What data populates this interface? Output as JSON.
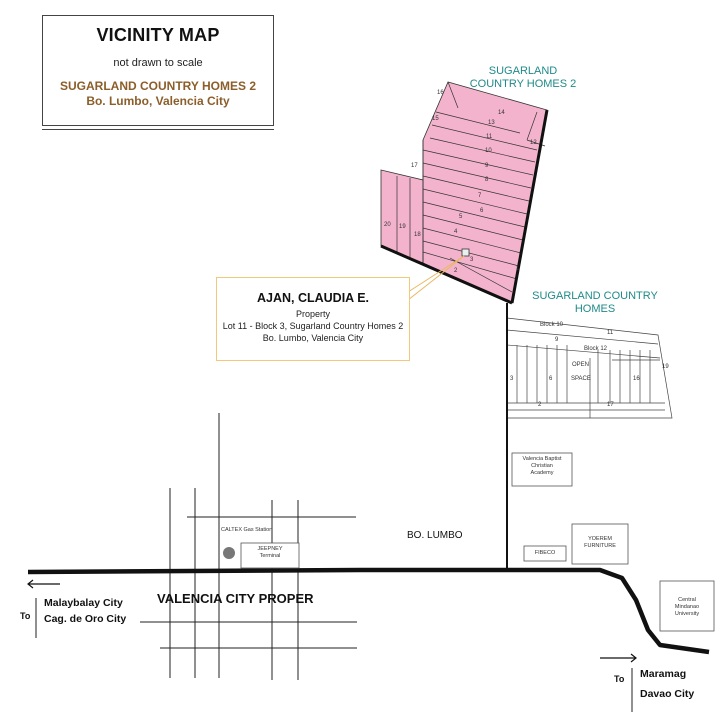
{
  "title": {
    "main": "VICINITY MAP",
    "scale_note": "not drawn to scale",
    "project": "SUGARLAND COUNTRY HOMES  2",
    "location": "Bo. Lumbo, Valencia City"
  },
  "subdivisions": {
    "sch2_line1": "SUGARLAND",
    "sch2_line2": "COUNTRY HOMES 2",
    "sch_line1": "SUGARLAND COUNTRY",
    "sch_line2": "HOMES"
  },
  "property": {
    "name": "AJAN, CLAUDIA E.",
    "kind": "Property",
    "lot": "Lot 11 - Block 3, Sugarland Country Homes 2",
    "address": "Bo. Lumbo, Valencia City"
  },
  "lots_sch2": [
    "14",
    "16",
    "15",
    "13",
    "12",
    "11",
    "10",
    "9",
    "8",
    "17",
    "7",
    "6",
    "5",
    "20",
    "19",
    "18",
    "4",
    "3",
    "2",
    "1"
  ],
  "sch_blocks": {
    "block10": "Block 10",
    "block12": "Block 12",
    "n11": "11",
    "n9": "9",
    "n19": "19",
    "n3": "3",
    "n6": "6",
    "open_space_1": "OPEN",
    "open_space_2": "SPACE",
    "n16": "16",
    "n2": "2",
    "n17": "17"
  },
  "landmarks": {
    "baptist_1": "Valencia Baptist",
    "baptist_2": "Christian",
    "baptist_3": "Academy",
    "caltex": "CALTEX Gas Station",
    "jeepney_1": "JEEPNEY",
    "jeepney_2": "Terminal",
    "bo_lumbo": "BO. LUMBO",
    "fibeco": "FIBECO",
    "yorem_1": "YOEREM",
    "yorem_2": "FURNITURE",
    "cmu_1": "Central",
    "cmu_2": "Mindanao",
    "cmu_3": "University",
    "valencia_proper": "VALENCIA CITY PROPER"
  },
  "directions": {
    "west_to": "To",
    "west_1": "Malaybalay City",
    "west_2": "Cag. de Oro City",
    "east_to": "To",
    "east_1": "Maramag",
    "east_2": "Davao City"
  },
  "colors": {
    "lot_fill": "#f4b3cc",
    "road": "#111111",
    "teal_text": "#1f8a8a",
    "brown_text": "#8b5e2a",
    "callout_border": "#f2c87a"
  }
}
